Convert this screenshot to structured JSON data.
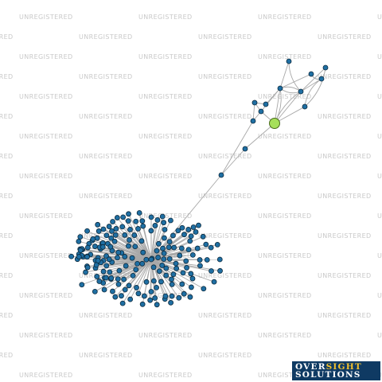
{
  "watermark": {
    "text": "UNREGISTERED",
    "color": "#c9c9c9"
  },
  "logo": {
    "word1": "OVER",
    "word2": "SIGHT",
    "word3": "SOLUTIONS",
    "background": "#0f3a63",
    "highlight": "#f2c12e"
  },
  "colors": {
    "edge": "#a8a8a8",
    "node_fill": "#1f6fa3",
    "node_stroke": "#0d2a3d",
    "focus_fill": "#a6e05a",
    "focus_stroke": "#4a6b1e"
  },
  "graph": {
    "focus_node": "green entity node",
    "cluster_node_count": 160
  }
}
